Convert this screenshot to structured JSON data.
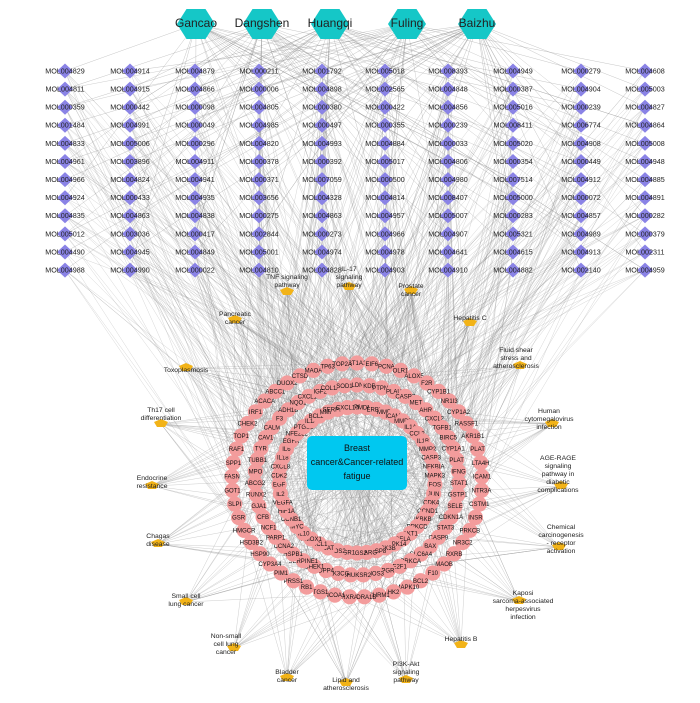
{
  "center_node": {
    "lines": [
      "Breast",
      "cancer&Cancer-related",
      "fatigue"
    ],
    "color": "#00c8f0"
  },
  "colors": {
    "herb": "#15c7c7",
    "molecule": "#8a83e6",
    "target": "#f39c9c",
    "pathway": "#f2b318",
    "edge": "#8a8a8a"
  },
  "herbs": [
    "Gancao",
    "Dangshen",
    "Huangqi",
    "Fuling",
    "Baizhu"
  ],
  "molecule_columns": [
    [
      "MOL004829",
      "MOL004811",
      "MOL000359",
      "MOL001484",
      "MOL004833",
      "MOL004961",
      "MOL004966",
      "MOL004924",
      "MOL004835",
      "MOL005012",
      "MOL004490",
      "MOL004988"
    ],
    [
      "MOL004914",
      "MOL004915",
      "MOL000442",
      "MOL004991",
      "MOL005006",
      "MOL003896",
      "MOL004824",
      "MOL000433",
      "MOL004863",
      "MOL003036",
      "MOL004945",
      "MOL004990"
    ],
    [
      "MOL004879",
      "MOL004866",
      "MOL000098",
      "MOL000049",
      "MOL000296",
      "MOL004911",
      "MOL004941",
      "MOL004935",
      "MOL004838",
      "MOL000417",
      "MOL004849",
      "MOL000022"
    ],
    [
      "MOL000211",
      "MOL000006",
      "MOL004805",
      "MOL004985",
      "MOL004820",
      "MOL000378",
      "MOL000371",
      "MOL003656",
      "MOL000275",
      "MOL002844",
      "MOL005001",
      "MOL004810"
    ],
    [
      "MOL001792",
      "MOL004898",
      "MOL000380",
      "MOL000497",
      "MOL004993",
      "MOL000392",
      "MOL007059",
      "MOL004328",
      "MOL004863",
      "MOL000273",
      "MOL004974",
      "MOL004828"
    ],
    [
      "MOL005018",
      "MOL002565",
      "MOL000422",
      "MOL000355",
      "MOL004884",
      "MOL005017",
      "MOL000500",
      "MOL004814",
      "MOL004957",
      "MOL004966",
      "MOL004978",
      "MOL004903"
    ],
    [
      "MOL008393",
      "MOL004848",
      "MOL004856",
      "MOL000239",
      "MOL000033",
      "MOL004806",
      "MOL004980",
      "MOL008407",
      "MOL005007",
      "MOL004907",
      "MOL004641",
      "MOL004910"
    ],
    [
      "MOL004949",
      "MOL000387",
      "MOL005016",
      "MOL008411",
      "MOL005020",
      "MOL000354",
      "MOL007514",
      "MOL005000",
      "MOL000283",
      "MOL005321",
      "MOL004615",
      "MOL004882"
    ],
    [
      "MOL000279",
      "MOL004904",
      "MOL000239",
      "MOL006774",
      "MOL004908",
      "MOL000449",
      "MOL004912",
      "MOL000072",
      "MOL004857",
      "MOL004989",
      "MOL004913",
      "MOL002140"
    ],
    [
      "MOL004608",
      "MOL005003",
      "MOL004827",
      "MOL004864",
      "MOL005008",
      "MOL004948",
      "MOL004885",
      "MOL004891",
      "MOL000282",
      "MOL000379",
      "MOL002311",
      "MOL004959"
    ]
  ],
  "pathways": {
    "top": [
      "TNF signaling pathway",
      "IL-17 signaling pathway",
      "Prostate cancer"
    ],
    "upper": [
      "Pancreatic cancer",
      "Hepatitis C"
    ],
    "left": [
      "Toxoplasmosis",
      "Th17 cell differentiation",
      "Endocrine resistance",
      "Chagas disease",
      "Small cell lung cancer"
    ],
    "right": [
      "Fluid shear stress and atherosclerosis",
      "Human cytomegalovirus infection",
      "AGE-RAGE signaling pathway in diabetic complications",
      "Chemical carcinogenesis - receptor activation",
      "Kaposi sarcoma-associated herpesvirus infection"
    ],
    "bottom": [
      "Non-small cell lung cancer",
      "Bladder cancer",
      "Lipid and atherosclerosis",
      "PI3K-Akt signaling pathway",
      "Hepatitis B"
    ]
  },
  "target_rings": [
    [
      "ST1A1",
      "EIF6",
      "PCNA",
      "OLR1",
      "ALOX5",
      "F2R",
      "CYP1B1",
      "NR1I3",
      "CYP1A2",
      "RASSF1",
      "AKR1B1",
      "PLAT",
      "LTA4H",
      "ICAM1",
      "NTR3A",
      "CSTM1",
      "INSR",
      "PRKCB",
      "NR3C2",
      "RXRB",
      "MAOB",
      "F10",
      "BCL2",
      "MAPK10",
      "HK2",
      "CHRM1",
      "ADRA1B",
      "RXRA",
      "NCOA1",
      "TGS1",
      "RB1",
      "PRSS1",
      "PIM1",
      "CYP3A4",
      "HSP90",
      "HSD3B2",
      "HMGCR",
      "GSR",
      "SLPI",
      "GOT1",
      "FASN",
      "SPP1",
      "RAF1",
      "TOP1",
      "CHEK2",
      "IRF1",
      "ACACA",
      "ABCC1",
      "DUOX2",
      "CTSD",
      "MAOA",
      "TP63",
      "TOP2A"
    ],
    [
      "CLDN4",
      "KDR",
      "PTPN1",
      "PLAU",
      "CASP7",
      "MET",
      "AHR",
      "CXCL2",
      "TGFB1",
      "BIRC5",
      "CYP1A1",
      "PLAT",
      "IFNG",
      "STAT1",
      "GSTP1",
      "SELE",
      "CDKN1A",
      "STAT3",
      "CASP9",
      "BAX",
      "SLC6A4",
      "PRKCA",
      "E2F1",
      "PGR",
      "NOS3",
      "ESR2",
      "CHUK",
      "PIK3CG",
      "DPP4",
      "CHEK1",
      "SERPINE1",
      "HSPB1",
      "CCNA2",
      "PARP1",
      "NCF1",
      "CFB",
      "GJA1",
      "RUNX2",
      "ABCG2",
      "MPO",
      "TUBB1",
      "TYR",
      "CAV1",
      "CALM",
      "F3",
      "ADH1B",
      "NQO1",
      "CXCL11",
      "IGF2",
      "COL1A1",
      "SOD1"
    ],
    [
      "CYP3A4",
      "MDM2",
      "ERBB2",
      "MMP9",
      "ICAM1",
      "MMP3",
      "IL1A",
      "CCL2",
      "IL1B",
      "MMP2",
      "CASP3",
      "NFKBIA",
      "MAPK3",
      "FOS",
      "JUN",
      "CDK4",
      "CCND1",
      "IKBKB",
      "PRKCD",
      "AKT1",
      "RELA",
      "MAPK14",
      "GSK3B",
      "CASP8",
      "PPARG",
      "PTGS2",
      "ESR1",
      "NOS2",
      "CAT",
      "MCL1",
      "HMOX1",
      "IL10",
      "MYC",
      "CCNB1",
      "HIF1A",
      "VEGFA",
      "IL2",
      "EGF",
      "CDK2",
      "CXCL8",
      "IL18",
      "IL6",
      "EGFR",
      "NFE2L2",
      "PTGS1",
      "IL1A",
      "BCL2L1",
      "MMP1",
      "SERPINE1",
      "CXCL10"
    ]
  ]
}
